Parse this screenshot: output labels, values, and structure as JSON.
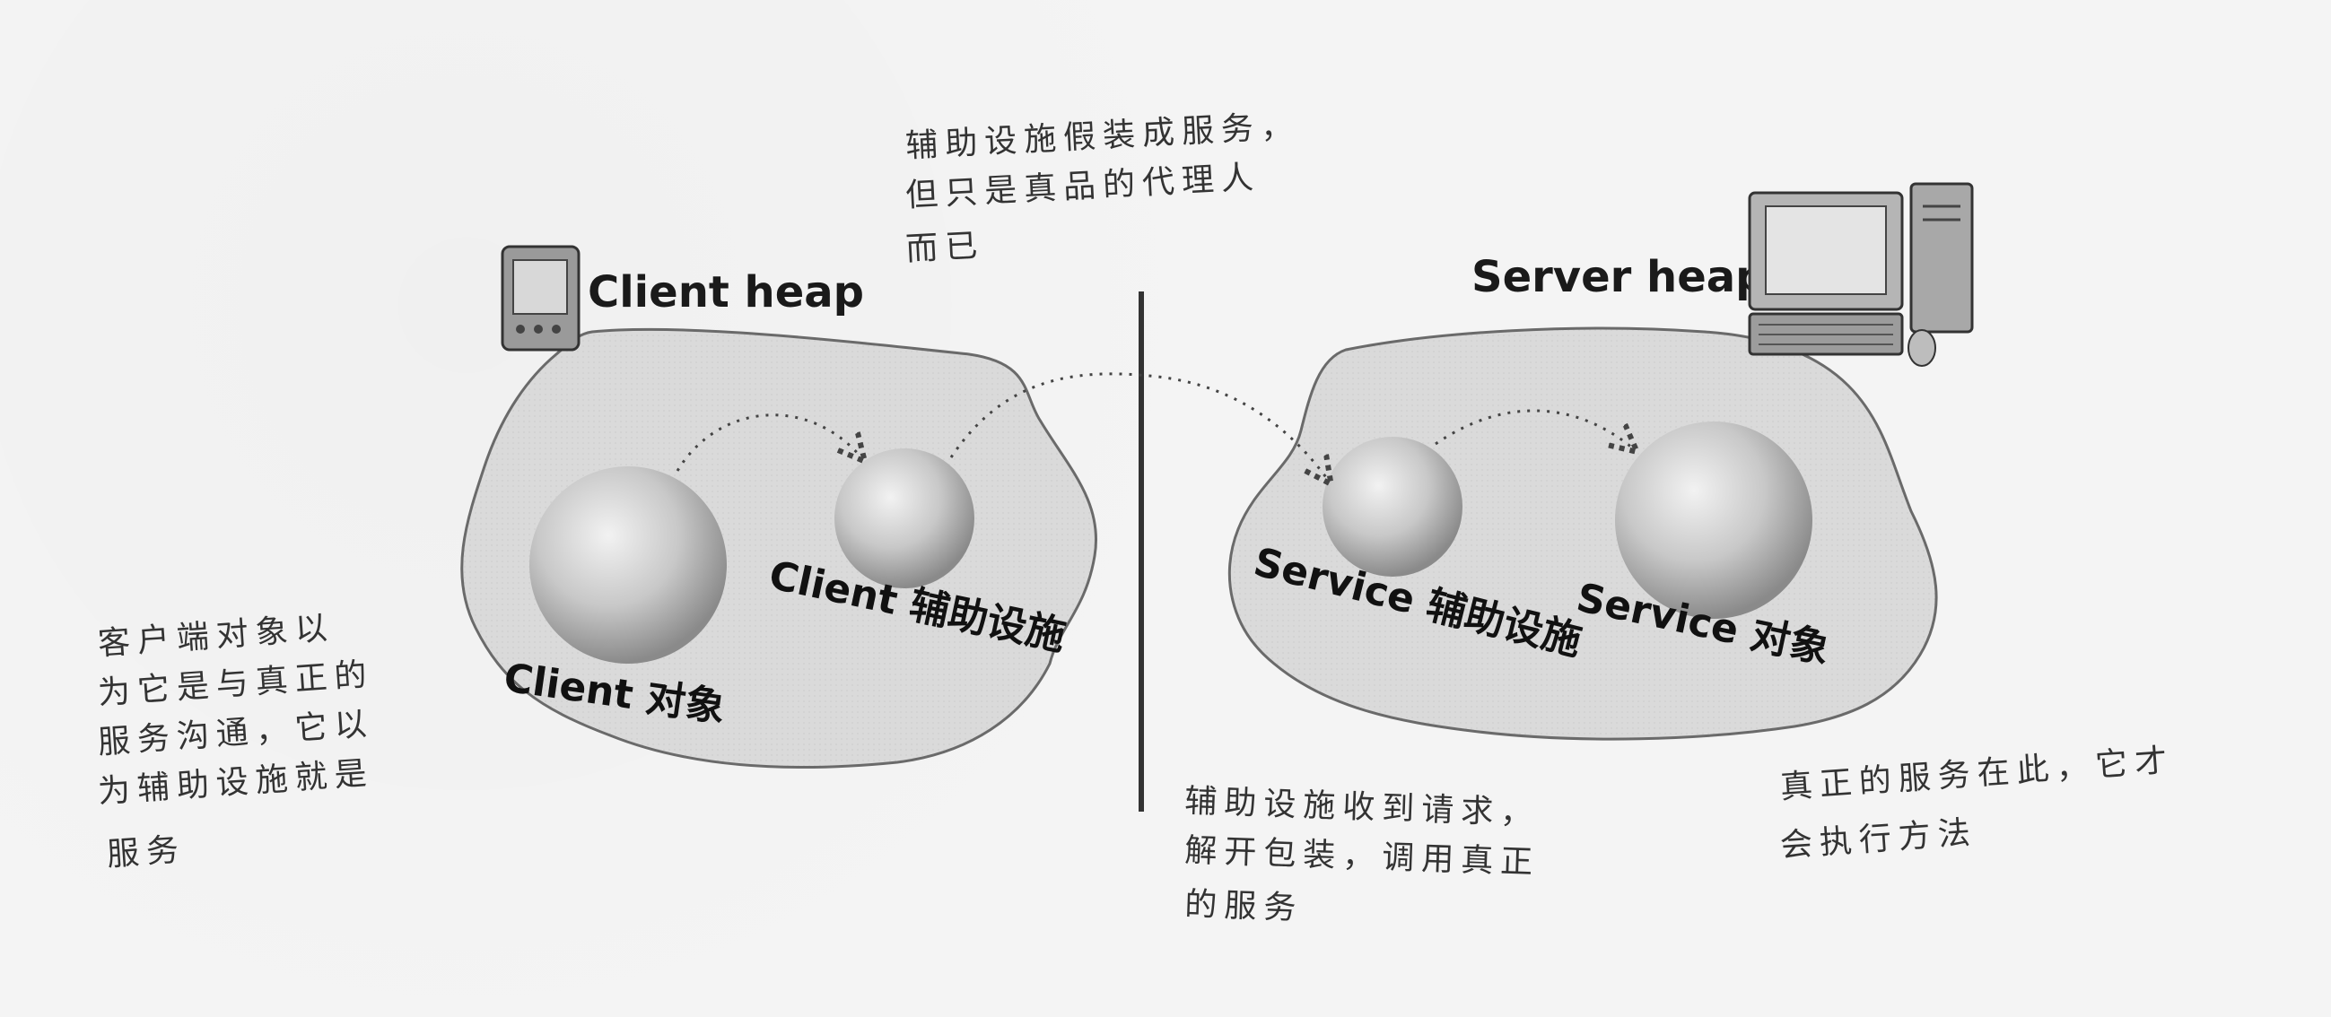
{
  "client_heap": {
    "title": "Client heap"
  },
  "server_heap": {
    "title": "Server heap"
  },
  "client_object": {
    "label": "Client 对象"
  },
  "client_helper": {
    "label": "Client 辅助设施"
  },
  "service_helper": {
    "label": "Service 辅助设施"
  },
  "service_object": {
    "label": "Service 对象"
  },
  "notes": {
    "top": [
      "辅助设施假装成服务，",
      "但只是真品的代理人",
      "而已"
    ],
    "left": [
      "客户端对象以",
      "为它是与真正的",
      "服务沟通，它以",
      "为辅助设施就是",
      "服务"
    ],
    "bottom_middle": [
      "辅助设施收到请求，",
      "解开包装，调用真正",
      "的服务"
    ],
    "bottom_right": [
      "真正的服务在此，它才",
      "会执行方法"
    ]
  },
  "colors": {
    "heap_fill": "#dcdcdc",
    "heap_stroke": "#555555",
    "sphere_light": "#e9e9e9",
    "sphere_dark": "#8a8a8a",
    "divider": "#333333"
  },
  "icons": {
    "client_device": "pda-icon",
    "server_device": "desktop-computer-icon"
  }
}
